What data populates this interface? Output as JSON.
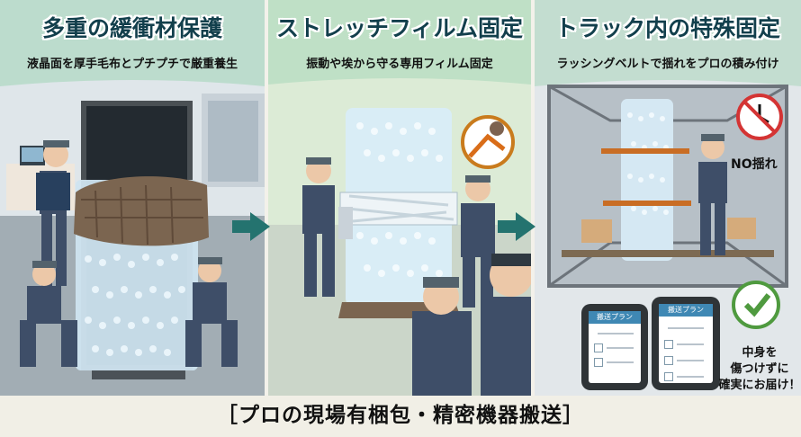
{
  "panels": [
    {
      "title": "多重の緩衝材保護",
      "subtitle": "液晶面を厚手毛布とプチプチで厳重養生"
    },
    {
      "title": "ストレッチフィルム固定",
      "subtitle": "振動や埃から守る専用フィルム固定"
    },
    {
      "title": "トラック内の特殊固定",
      "subtitle": "ラッシングベルトで揺れをプロの積み付け"
    }
  ],
  "callouts": {
    "no_sway": "NO揺れ",
    "delivery_line1": "中身を",
    "delivery_line2": "傷つけずに",
    "delivery_line3": "確実にお届け！"
  },
  "tablets": {
    "left_header": "搬送プラン",
    "right_header": "搬送プラン"
  },
  "footer_text": "［プロの現場有梱包・精密機器搬送］"
}
